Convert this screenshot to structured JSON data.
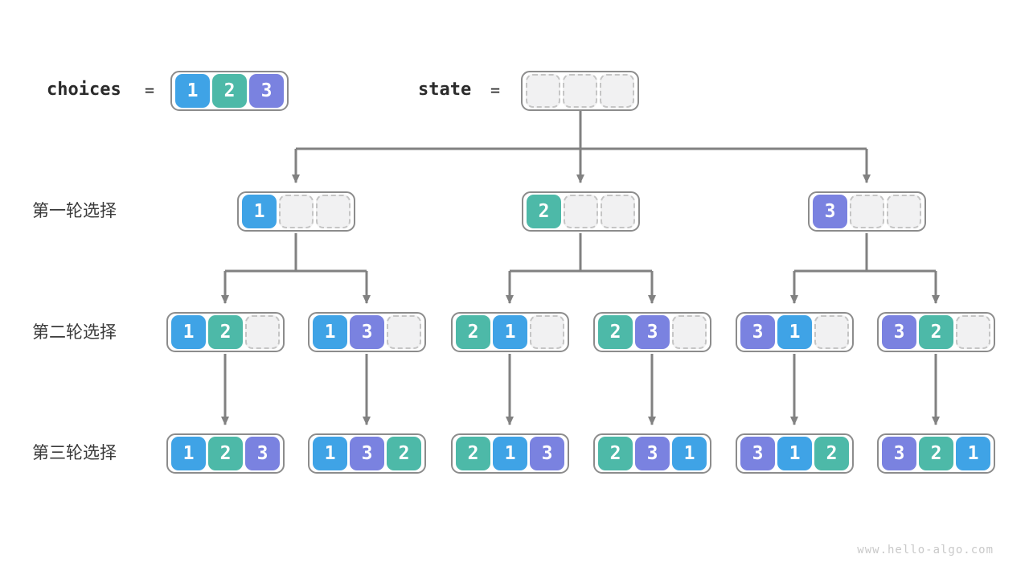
{
  "colors": {
    "choice_1": "#3FA3E6",
    "choice_2": "#4DB9A8",
    "choice_3": "#7A82E0",
    "node_border": "#8C8C8C",
    "arrow": "#818181"
  },
  "header": {
    "choices_label": "choices",
    "choices_equals": "=",
    "choices_cells": [
      "1",
      "2",
      "3"
    ],
    "state_label": "state",
    "state_equals": "=",
    "state_cells": [
      "",
      "",
      ""
    ]
  },
  "rows": [
    {
      "label": "第一轮选择",
      "nodes": [
        [
          "1",
          "",
          ""
        ],
        [
          "2",
          "",
          ""
        ],
        [
          "3",
          "",
          ""
        ]
      ]
    },
    {
      "label": "第二轮选择",
      "nodes": [
        [
          "1",
          "2",
          ""
        ],
        [
          "1",
          "3",
          ""
        ],
        [
          "2",
          "1",
          ""
        ],
        [
          "2",
          "3",
          ""
        ],
        [
          "3",
          "1",
          ""
        ],
        [
          "3",
          "2",
          ""
        ]
      ]
    },
    {
      "label": "第三轮选择",
      "nodes": [
        [
          "1",
          "2",
          "3"
        ],
        [
          "1",
          "3",
          "2"
        ],
        [
          "2",
          "1",
          "3"
        ],
        [
          "2",
          "3",
          "1"
        ],
        [
          "3",
          "1",
          "2"
        ],
        [
          "3",
          "2",
          "1"
        ]
      ]
    }
  ],
  "footer": {
    "watermark": "www.hello-algo.com"
  }
}
